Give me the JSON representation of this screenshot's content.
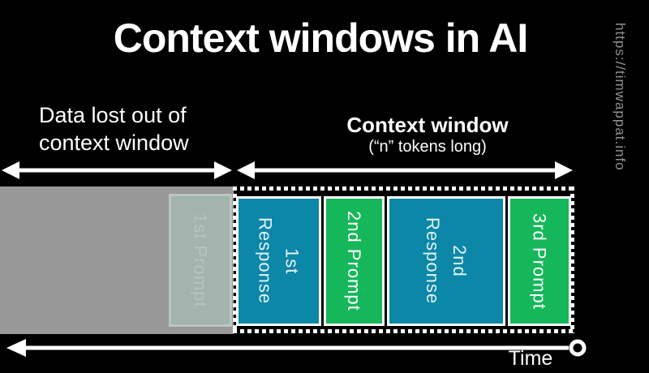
{
  "header": {
    "title": "Context windows in AI",
    "url": "https://timwappat.info"
  },
  "labels": {
    "data_lost": "Data lost out of\ncontext window",
    "context_window_title": "Context window",
    "context_window_sub": "(“n” tokens long)"
  },
  "diagram": {
    "lost_block": {
      "label": "1st Prompt"
    },
    "blocks": [
      {
        "label": "1st\nResponse",
        "type": "response"
      },
      {
        "label": "2nd Prompt",
        "type": "prompt"
      },
      {
        "label": "2nd\nResponse",
        "type": "response"
      },
      {
        "label": "3rd Prompt",
        "type": "prompt"
      }
    ],
    "colors": {
      "background": "#000000",
      "response_teal": "#0d87a7",
      "prompt_green": "#16b75a",
      "lost_gray": "#989898",
      "faded_block": "#a2b4ad",
      "arrow_white": "#ffffff"
    }
  },
  "timeline": {
    "time_label": "Time"
  }
}
